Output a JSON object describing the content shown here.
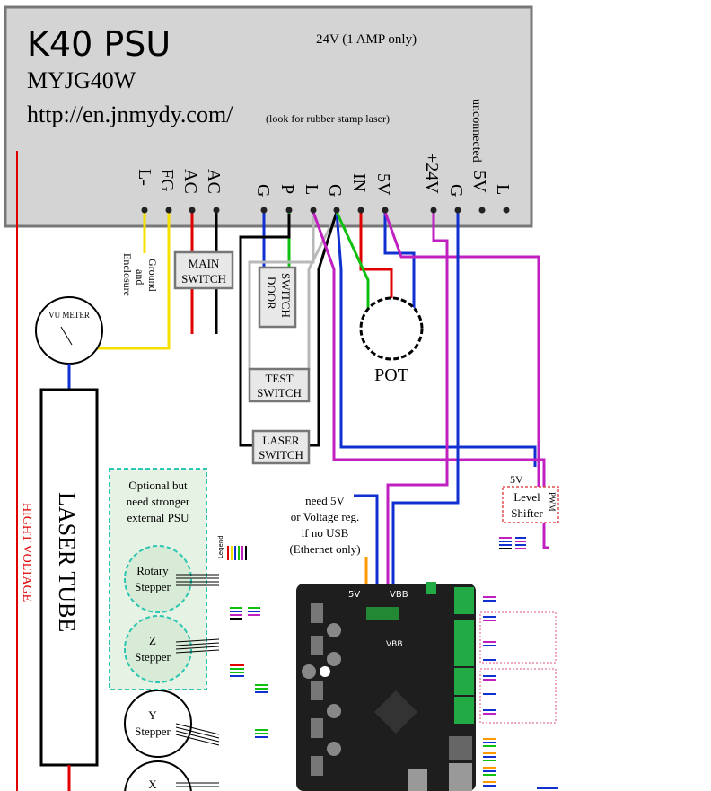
{
  "psu": {
    "title": "K40 PSU",
    "model": "MYJG40W",
    "url": "http://en.jnmydy.com/",
    "url_note": "(look for rubber stamp laser)",
    "rating": "24V (1 AMP only)",
    "unconnected": "unconnected",
    "terminals_left": [
      "L-",
      "FG",
      "AC",
      "AC"
    ],
    "terminals_mid": [
      "G",
      "P",
      "L",
      "G",
      "IN",
      "5V"
    ],
    "terminals_right": [
      "+24V",
      "G",
      "5V",
      "L"
    ]
  },
  "labels": {
    "ground": "Ground",
    "and": "and",
    "enclosure": "Enclosure",
    "main_switch_1": "MAIN",
    "main_switch_2": "SWITCH",
    "door_switch_1": "DOOR",
    "door_switch_2": "SWITCH",
    "test_switch_1": "TEST",
    "test_switch_2": "SWITCH",
    "laser_switch_1": "LASER",
    "laser_switch_2": "SWITCH",
    "pot": "POT",
    "vu_meter": "VU METER",
    "laser_tube": "LASER TUBE",
    "high_voltage": "HIGHT VOLTAGE",
    "optional_1": "Optional but",
    "optional_2": "need stronger",
    "optional_3": "external PSU",
    "rotary_1": "Rotary",
    "rotary_2": "Stepper",
    "z_1": "Z",
    "z_2": "Stepper",
    "y_1": "Y",
    "y_2": "Stepper",
    "x_1": "X",
    "need_5v_1": "need 5V",
    "need_5v_2": "or Voltage reg.",
    "need_5v_3": "if no USB",
    "need_5v_4": "(Ethernet only)",
    "level_1": "Level",
    "level_2": "Shifter",
    "level_5v": "5V",
    "level_pwm": "PWM",
    "legend": "Legend",
    "board_5v": "5V",
    "board_vbb": "VBB",
    "board_vbb2": "VBB"
  },
  "colors": {
    "psu_fill": "#d4d4d4",
    "board": "#1e1e1e",
    "wire_red": "#e00000",
    "wire_yellow": "#f5e000",
    "wire_blue": "#1030d0",
    "wire_green": "#10c010",
    "wire_magenta": "#c020c0",
    "wire_gray": "#b8b8b8",
    "optional_fill": "#e6f2e3",
    "optional_border": "#2cc6b2",
    "level_border": "#e05050"
  }
}
